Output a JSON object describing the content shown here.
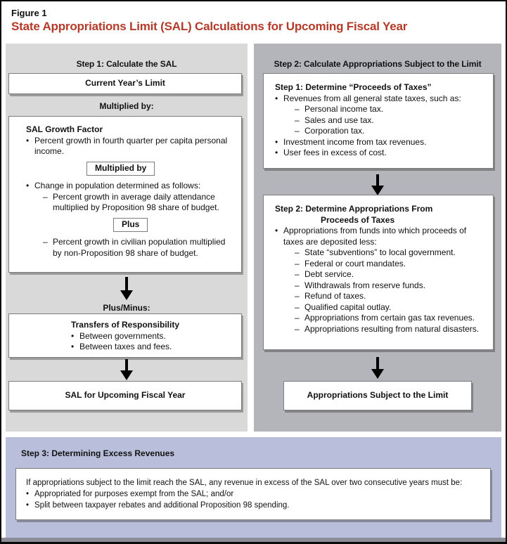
{
  "figure_label": "Figure 1",
  "title": "State Appropriations Limit (SAL) Calculations for Upcoming Fiscal Year",
  "colors": {
    "title_red": "#b43a2a",
    "left_panel_bg": "#d9d9d9",
    "right_panel_bg": "#b4b4bb",
    "step3_panel_bg": "#b9bfda",
    "bottom_bar": "#8c8c97"
  },
  "left_column": {
    "header": "Step 1: Calculate the SAL",
    "current_limit_box": "Current Year’s Limit",
    "multiplied_by_label": "Multiplied by:",
    "growth_factor_box": {
      "title": "SAL Growth Factor",
      "bullet1": "Percent growth in fourth quarter per capita personal income.",
      "multiplied_by_tag": "Multiplied by",
      "bullet2": "Change in population determined as follows:",
      "dash1": "Percent growth in average daily attendance multiplied by Proposition 98 share of budget.",
      "plus_tag": "Plus",
      "dash2": "Percent growth in civilian population multiplied by non-Proposition 98 share of budget."
    },
    "plus_minus_label": "Plus/Minus:",
    "transfers_box": {
      "title": "Transfers of Responsibility",
      "bullets": [
        "Between governments.",
        "Between taxes and fees."
      ]
    },
    "result_box": "SAL for Upcoming Fiscal Year"
  },
  "right_column": {
    "header": "Step 2: Calculate Appropriations Subject to the Limit",
    "box1": {
      "title": "Step 1: Determine “Proceeds of Taxes”",
      "items": [
        {
          "type": "bullet",
          "text": "Revenues from all general state taxes, such as:"
        },
        {
          "type": "dash",
          "text": "Personal income tax."
        },
        {
          "type": "dash",
          "text": "Sales and use tax."
        },
        {
          "type": "dash",
          "text": "Corporation tax."
        },
        {
          "type": "bullet",
          "text": "Investment income from tax revenues."
        },
        {
          "type": "bullet",
          "text": "User fees in excess of cost."
        }
      ]
    },
    "box2": {
      "title_line1": "Step 2: Determine Appropriations From",
      "title_line2": "Proceeds of Taxes",
      "items": [
        {
          "type": "bullet",
          "text": "Appropriations from funds into which proceeds of taxes are deposited less:"
        },
        {
          "type": "dash",
          "text": "State “subventions” to local government."
        },
        {
          "type": "dash",
          "text": "Federal or court mandates."
        },
        {
          "type": "dash",
          "text": "Debt service."
        },
        {
          "type": "dash",
          "text": "Withdrawals from reserve funds."
        },
        {
          "type": "dash",
          "text": "Refund of taxes."
        },
        {
          "type": "dash",
          "text": "Qualified capital outlay."
        },
        {
          "type": "dash",
          "text": "Appropriations from certain gas tax revenues."
        },
        {
          "type": "dash",
          "text": "Appropriations resulting from natural disasters."
        }
      ]
    },
    "result_box": "Appropriations Subject to the Limit"
  },
  "step3": {
    "header": "Step 3: Determining Excess Revenues",
    "intro": "If appropriations subject to the limit reach the SAL, any revenue in excess of the SAL over two consecutive years must be:",
    "bullets": [
      "Appropriated for purposes exempt from the SAL;  and/or",
      "Split between taxpayer rebates and additional Proposition 98 spending."
    ]
  }
}
